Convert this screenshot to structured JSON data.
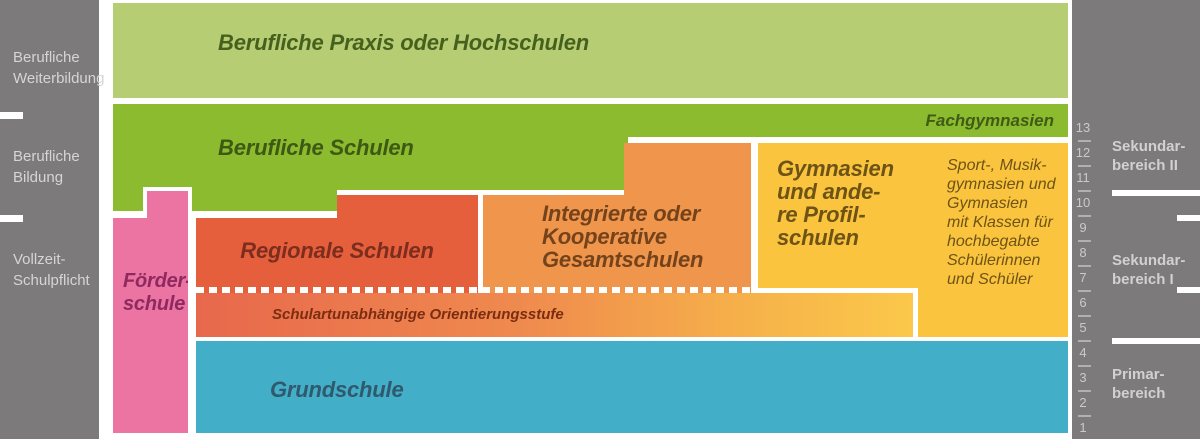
{
  "left_sidebar": {
    "label_weiterbildung": "Berufliche\nWeiterbildung",
    "label_bildung": "Berufliche\nBildung",
    "label_schulpflicht": "Vollzeit-\nSchulpflicht"
  },
  "right_sidebar": {
    "grades": [
      "13",
      "12",
      "11",
      "10",
      "9",
      "8",
      "7",
      "6",
      "5",
      "4",
      "3",
      "2",
      "1"
    ],
    "label_sekundar2": "Sekundar-\nbereich II",
    "label_sekundar1": "Sekundar-\nbereich I",
    "label_primar": "Primar-\nbereich"
  },
  "blocks": {
    "praxis": {
      "label": "Berufliche Praxis oder Hochschulen",
      "color": "#b6cd74"
    },
    "berufliche_schulen": {
      "label": "Berufliche Schulen",
      "sublabel": "Fachgymnasien",
      "color": "#8cbb2f"
    },
    "foerderschule": {
      "label": "Förder-\nschule",
      "color": "#ec74a2"
    },
    "regionale_schulen": {
      "label": "Regionale Schulen",
      "color": "#e55f3d"
    },
    "gesamtschulen": {
      "label": "Integrierte oder\nKooperative\nGesamtschulen",
      "color": "#f0964c"
    },
    "gymnasien": {
      "label": "Gymnasien\nund ande-\nre Profil-\nschulen",
      "sublabel": "Sport-, Musik-\ngymnasien und\nGymnasien\nmit Klassen für\nhochbegabte\nSchülerinnen\nund Schüler",
      "color": "#fbc43e"
    },
    "orientierungsstufe": {
      "label": "Schulartunabhängige Orientierungsstufe",
      "color_left": "#e8684c",
      "color_right": "#fbc84a"
    },
    "grundschule": {
      "label": "Grundschule",
      "color": "#42aec7"
    }
  },
  "colors": {
    "sidebar_gray": "#7c7a7b",
    "background": "#ffffff",
    "sidebar_text": "#d6d5d5"
  }
}
